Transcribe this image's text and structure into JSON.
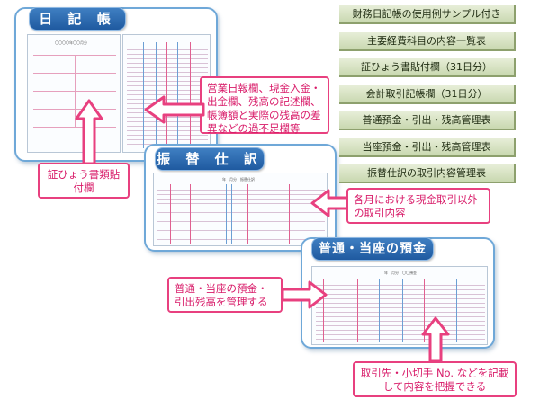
{
  "cards": {
    "nikki": {
      "title": "日 記 帳"
    },
    "furikae": {
      "title": "振 替 仕 訳"
    },
    "yokin": {
      "title": "普通・当座の預金"
    }
  },
  "sheets": {
    "nikki_heading": "〇〇〇〇年〇〇月分",
    "furikae_heading": "年　月分　振替仕訳",
    "yokin_heading": "年　月分　〇〇預金"
  },
  "callouts": {
    "nikki_columns": "営業日報欄、現金入金・出金欄、残高の記述欄、帳簿額と実際の残高の差異などの過不足欄等",
    "receipt": "証ひょう書類貼付欄",
    "monthly": "各月における現金取引以外の取引内容",
    "deposit": "普通・当座の預金・引出残高を管理する",
    "partner": "取引先・小切手 No. などを記載して内容を把握できる"
  },
  "list": [
    "財務日記帳の使用例サンプル付き",
    "主要経費科目の内容一覧表",
    "証ひょう書貼付欄（31日分）",
    "会計取引記帳欄（31日分）",
    "普通預金・引出・残高管理表",
    "当座預金・引出・残高管理表",
    "振替仕訳の取引内容管理表"
  ],
  "colors": {
    "accent_blue": "#2a6bb4",
    "callout_pink": "#e8407f",
    "list_green": "#c9d8b0"
  }
}
